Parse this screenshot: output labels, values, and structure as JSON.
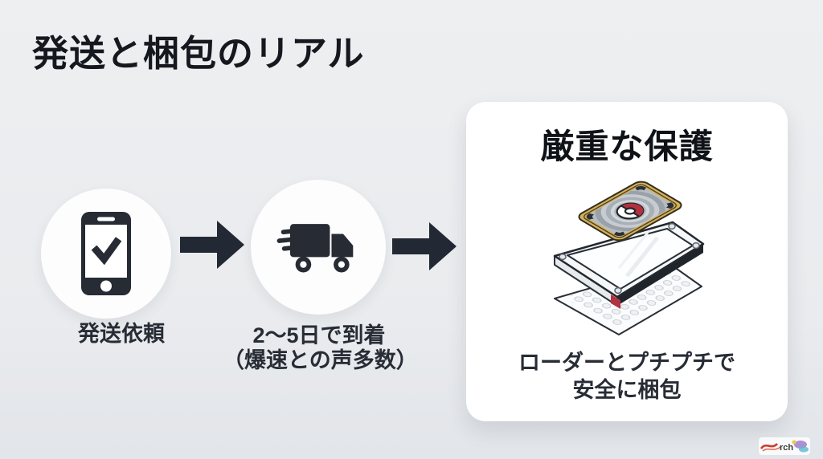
{
  "slide": {
    "title": "発送と梱包のリアル"
  },
  "flow": {
    "steps": [
      {
        "label": "発送依頼",
        "icon": "smartphone-check-icon"
      },
      {
        "label_line1": "2〜5日で到着",
        "label_line2": "（爆速との声多数）",
        "icon": "delivery-truck-icon"
      }
    ],
    "arrow_icon": "right-arrow-icon"
  },
  "protection_card": {
    "title": "厳重な保護",
    "caption_line1": "ローダーとプチプチで",
    "caption_line2": "安全に梱包",
    "illustration_layers": [
      "pokemon-card-back",
      "card-loader-case",
      "bubble-wrap-sheet"
    ]
  },
  "watermark": {
    "text": "rch"
  },
  "colors": {
    "background": "#eceef0",
    "ink": "#262b34",
    "title_ink": "#15181e",
    "card_background": "#ffffff",
    "gold_border": "#d7b158",
    "pokeball_red": "#b5303d"
  }
}
